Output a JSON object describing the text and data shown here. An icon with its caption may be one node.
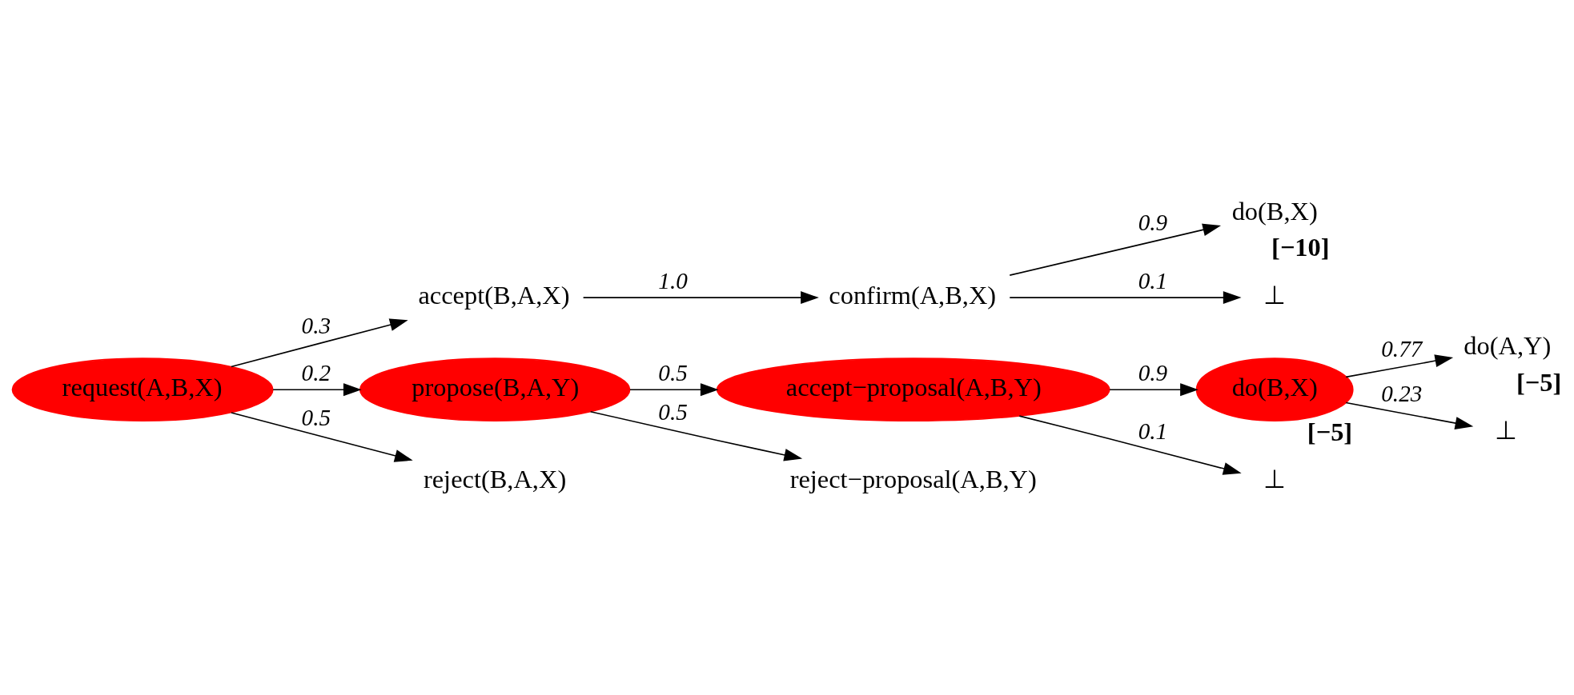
{
  "diagram": {
    "nodes": [
      {
        "text": [
          "request(A,B,X)"
        ]
      },
      {
        "text": [
          "accept(B,A,X)"
        ]
      },
      {
        "text": [
          "propose(B,A,Y)"
        ]
      },
      {
        "text": [
          "reject(B,A,X)"
        ]
      },
      {
        "text": [
          "confirm(A,B,X)"
        ]
      },
      {
        "text": [
          "accept−proposal(A,B,Y)"
        ]
      },
      {
        "text": [
          "reject−proposal(A,B,Y)"
        ]
      },
      {
        "text": [
          "do(B,X)"
        ],
        "beside": [
          "[−10]"
        ]
      },
      {
        "text": [
          "⊥"
        ]
      },
      {
        "text": [
          "do(B,X)"
        ],
        "beside": [
          "[−5]"
        ]
      },
      {
        "text": [
          "⊥"
        ]
      },
      {
        "text": [
          "do(A,Y)"
        ],
        "beside": [
          "[−5]"
        ]
      },
      {
        "text": [
          "⊥"
        ]
      }
    ],
    "edges": [
      {
        "from": 0,
        "to": 1,
        "arrow": "to",
        "label": "0.3"
      },
      {
        "from": 0,
        "to": 2,
        "arrow": "to",
        "label": "0.2"
      },
      {
        "from": 0,
        "to": 3,
        "arrow": "to",
        "label": "0.5"
      },
      {
        "from": 1,
        "to": 4,
        "arrow": "to",
        "label": "1.0"
      },
      {
        "from": 2,
        "to": 5,
        "arrow": "to",
        "label": "0.5"
      },
      {
        "from": 2,
        "to": 6,
        "arrow": "to",
        "label": "0.5"
      },
      {
        "from": 4,
        "to": 7,
        "arrow": "to",
        "label": "0.9"
      },
      {
        "from": 4,
        "to": 8,
        "arrow": "to",
        "label": "0.1"
      },
      {
        "from": 5,
        "to": 9,
        "arrow": "to",
        "label": "0.9"
      },
      {
        "from": 5,
        "to": 10,
        "arrow": "to",
        "label": "0.1"
      },
      {
        "from": 9,
        "to": 11,
        "arrow": "to",
        "label": "0.77"
      },
      {
        "from": 9,
        "to": 12,
        "arrow": "to",
        "label": "0.23"
      }
    ]
  }
}
